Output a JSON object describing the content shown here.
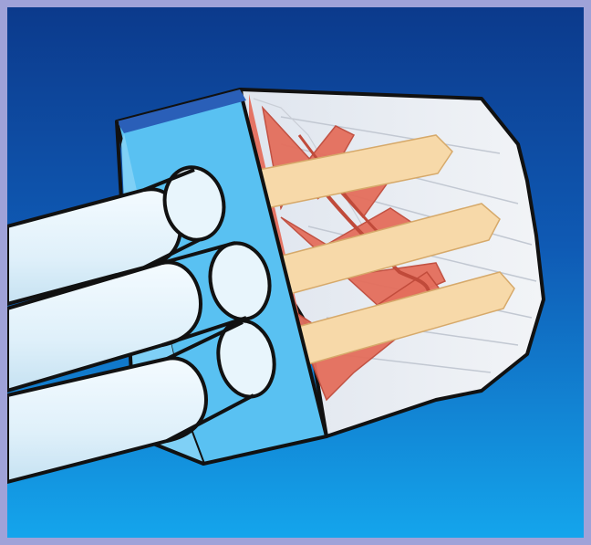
{
  "figure": {
    "subject": "push-in-wire-connector-illustration",
    "colors": {
      "frame": "#9fa2d8",
      "background_top": "#0c3a8c",
      "background_bottom": "#14a5ec",
      "housing_face": "#59c1f2",
      "housing_shell": "#e5e9ef",
      "wire_insulation": "#e3f2fa",
      "conductor": "#f7d9a9",
      "clamp_spring": "#e46e5c"
    },
    "parts": {
      "wires": 3,
      "conductors": 3,
      "clamps": 3
    }
  }
}
